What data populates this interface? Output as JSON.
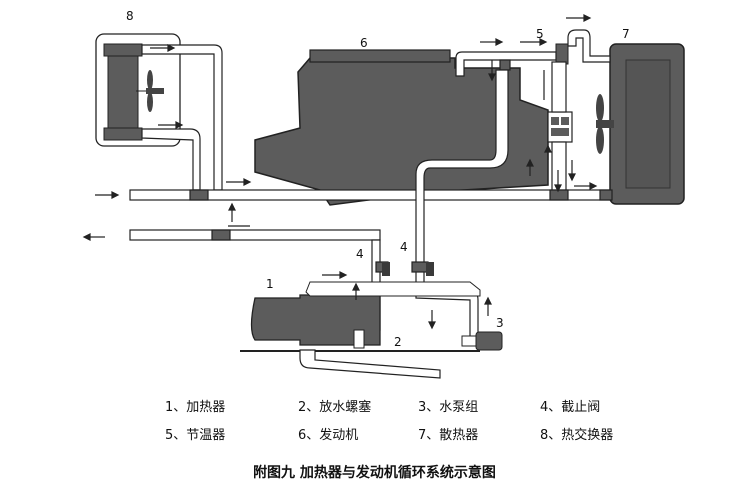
{
  "diagram": {
    "labels": {
      "heater": "1",
      "drain_screw": "2",
      "water_pump": "3",
      "stop_valve_left": "4",
      "stop_valve_right": "4",
      "thermostat": "5",
      "engine": "6",
      "radiator": "7",
      "heat_exchanger": "8"
    }
  },
  "legend": {
    "rows": [
      [
        "1、加热器",
        "2、放水螺塞",
        "3、水泵组",
        "4、截止阀"
      ],
      [
        "5、节温器",
        "6、发动机",
        "7、散热器",
        "8、热交换器"
      ]
    ]
  },
  "caption": "附图九  加热器与发动机循环系统示意图",
  "colors": {
    "body_fill": "#5c5c5c",
    "dark_fill": "#3a3a3a",
    "pipe_fill": "#ffffff",
    "line": "#222222"
  }
}
